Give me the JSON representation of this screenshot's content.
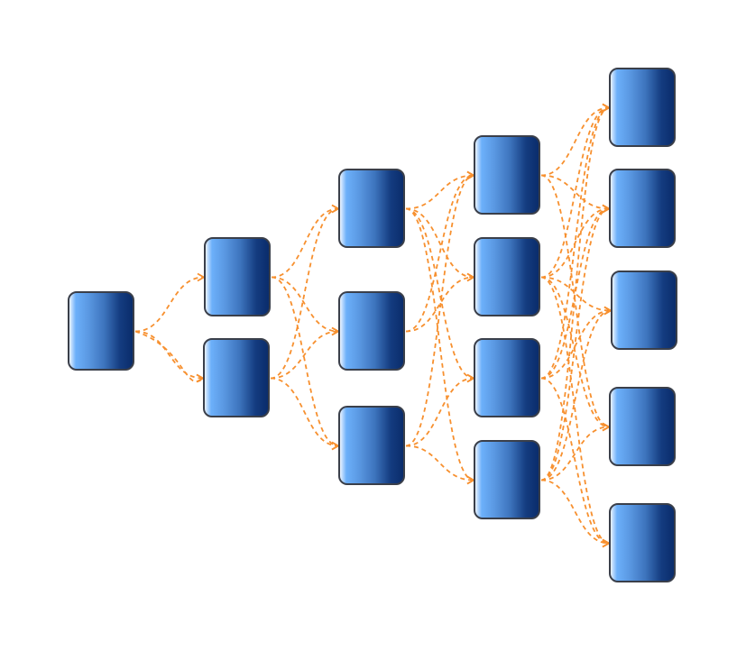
{
  "diagram": {
    "colors": {
      "edge": "#f7902f",
      "node_border": "#3a3f4a",
      "node_dark": "#0a2c6b",
      "node_light": "#6cb0fa"
    },
    "columns": [
      [
        "n1"
      ],
      [
        "n2",
        "n3"
      ],
      [
        "n4",
        "n5",
        "n6"
      ],
      [
        "n7",
        "n8",
        "n9",
        "n10"
      ],
      [
        "n11",
        "n12",
        "n13",
        "n14",
        "n15"
      ]
    ],
    "edges": [
      [
        "n1",
        "n2"
      ],
      [
        "n1",
        "n3"
      ],
      [
        "n1",
        "n3"
      ],
      [
        "n2",
        "n4"
      ],
      [
        "n2",
        "n5"
      ],
      [
        "n2",
        "n6"
      ],
      [
        "n3",
        "n4"
      ],
      [
        "n3",
        "n5"
      ],
      [
        "n3",
        "n6"
      ],
      [
        "n4",
        "n7"
      ],
      [
        "n4",
        "n8"
      ],
      [
        "n4",
        "n9"
      ],
      [
        "n4",
        "n10"
      ],
      [
        "n5",
        "n7"
      ],
      [
        "n5",
        "n8"
      ],
      [
        "n6",
        "n7"
      ],
      [
        "n6",
        "n9"
      ],
      [
        "n6",
        "n10"
      ],
      [
        "n7",
        "n11"
      ],
      [
        "n7",
        "n12"
      ],
      [
        "n7",
        "n14"
      ],
      [
        "n8",
        "n11"
      ],
      [
        "n8",
        "n12"
      ],
      [
        "n8",
        "n13"
      ],
      [
        "n8",
        "n14"
      ],
      [
        "n8",
        "n15"
      ],
      [
        "n9",
        "n11"
      ],
      [
        "n9",
        "n12"
      ],
      [
        "n9",
        "n13"
      ],
      [
        "n9",
        "n15"
      ],
      [
        "n10",
        "n11"
      ],
      [
        "n10",
        "n12"
      ],
      [
        "n10",
        "n13"
      ],
      [
        "n10",
        "n14"
      ],
      [
        "n10",
        "n15"
      ]
    ]
  }
}
